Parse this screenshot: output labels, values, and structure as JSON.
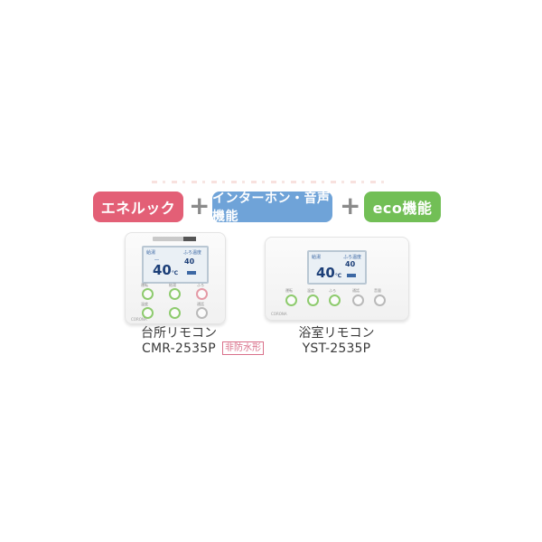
{
  "features": {
    "enelook": "エネルック",
    "intercom": "インターホン・音声機能",
    "eco": "eco機能",
    "plus": "+",
    "colors": {
      "enelook": "#e35f76",
      "intercom": "#6fa3d8",
      "eco": "#72bf56"
    }
  },
  "kitchen_remote": {
    "caption": "台所リモコン",
    "model": "CMR-2535P",
    "tag": "非防水形",
    "display": {
      "temp_main": "40",
      "temp_sub": "40"
    }
  },
  "bath_remote": {
    "caption": "浴室リモコン",
    "model": "YST-2535P",
    "display": {
      "temp_main": "40",
      "temp_sub": "40"
    }
  }
}
